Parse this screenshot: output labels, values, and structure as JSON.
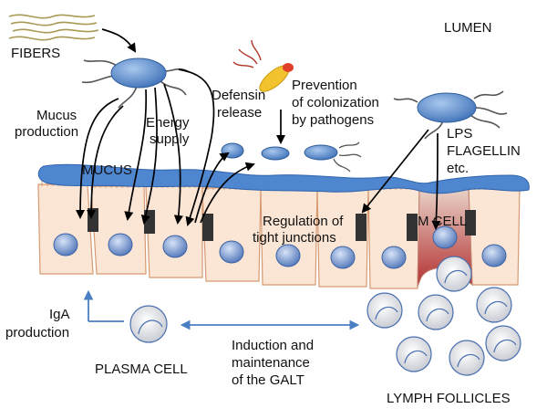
{
  "labels": {
    "lumen": "LUMEN",
    "fibers": "FIBERS",
    "mucus_production_1": "Mucus",
    "mucus_production_2": "production",
    "energy_supply_1": "Energy",
    "energy_supply_2": "supply",
    "defensin_1": "Defensin",
    "defensin_2": "release",
    "prevention_1": "Prevention",
    "prevention_2": "of colonization",
    "prevention_3": "by pathogens",
    "lps": "LPS",
    "flagellin": "FLAGELLIN",
    "etc": "etc.",
    "mucus": "MUCUS",
    "regulation_1": "Regulation of",
    "regulation_2": "tight junctions",
    "m_cell": "M CELL",
    "iga_1": "IgA",
    "iga_2": "production",
    "plasma_cell": "PLASMA CELL",
    "induction_1": "Induction and",
    "induction_2": "maintenance",
    "induction_3": "of the GALT",
    "lymph_follicles": "LYMPH FOLLICLES"
  },
  "colors": {
    "mucus": "#4f86d0",
    "cell_fill": "#fbe6d6",
    "cell_stroke": "#d69a72",
    "nucleus": "#5b82c6",
    "bacteria": "#5a8fd0",
    "junction": "#333333",
    "arrow_blue": "#4a7fc4",
    "pathogen_body": "#f3c22f",
    "pathogen_tip": "#e0402a",
    "fiber": "#a89a55"
  }
}
